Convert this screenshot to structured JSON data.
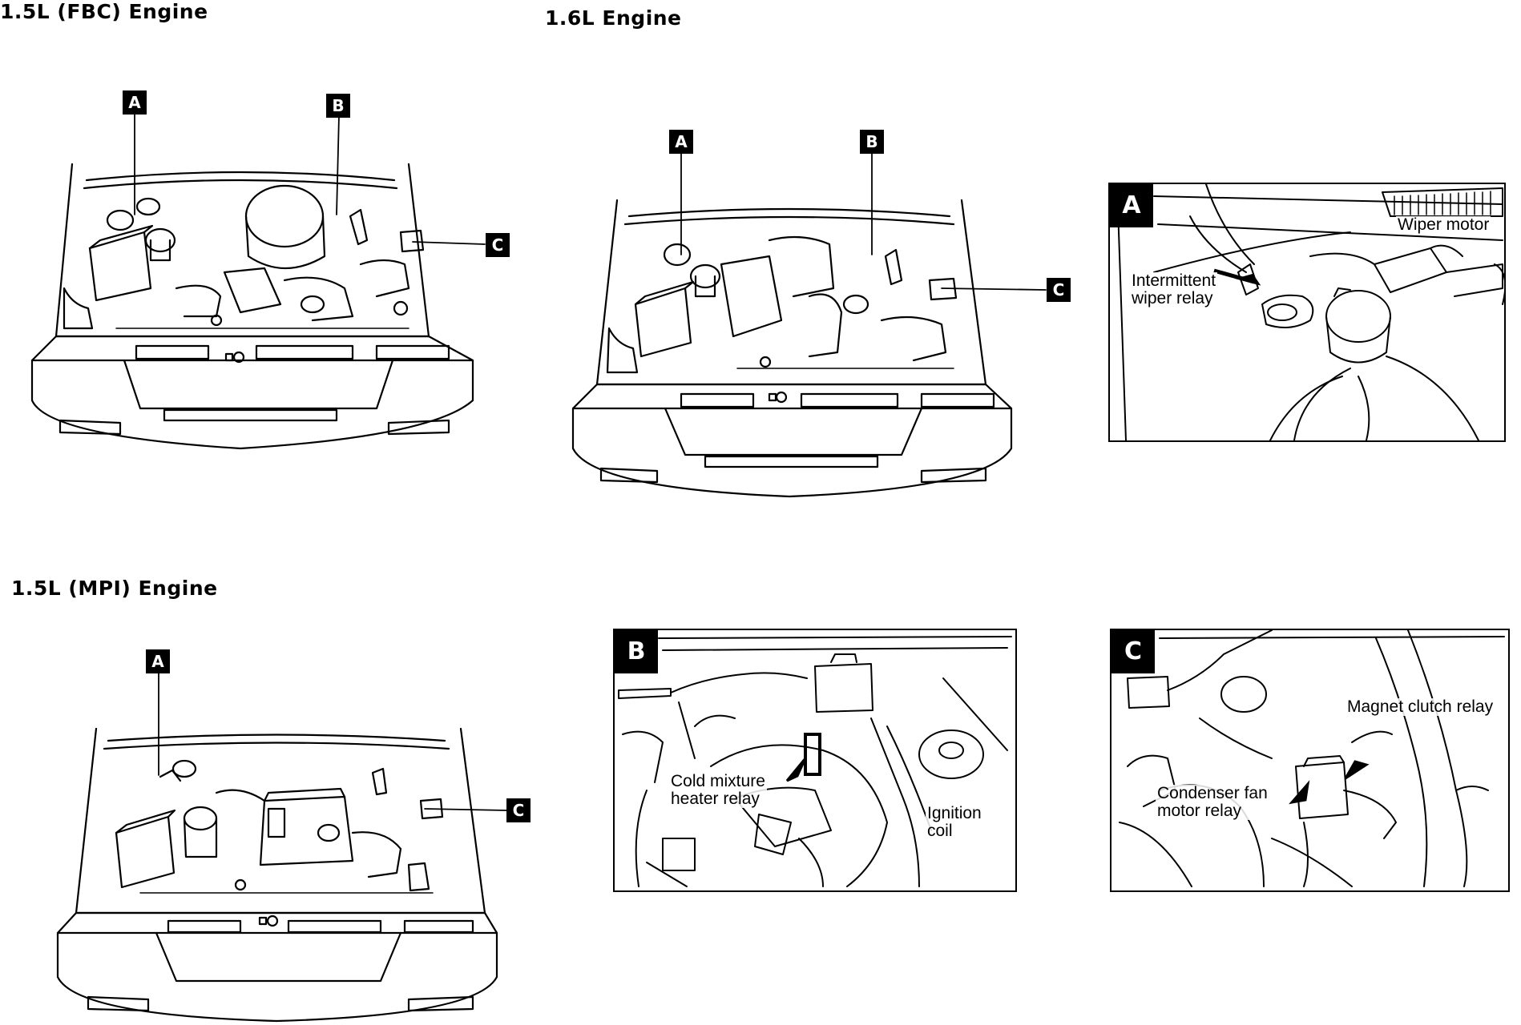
{
  "headings": {
    "fbc": "1.5L (FBC) Engine",
    "l16": "1.6L Engine",
    "mpi": "1.5L (MPI) Engine"
  },
  "callouts": {
    "fbc": [
      "A",
      "B",
      "C"
    ],
    "l16": [
      "A",
      "B",
      "C"
    ],
    "mpi": [
      "A",
      "C"
    ]
  },
  "panels": {
    "a": {
      "tag": "A",
      "labels": [
        "Wiper motor",
        "Intermittent\nwiper relay"
      ]
    },
    "b": {
      "tag": "B",
      "labels": [
        "Cold mixture\nheater relay",
        "Ignition\ncoil"
      ]
    },
    "c": {
      "tag": "C",
      "labels": [
        "Magnet clutch relay",
        "Condenser fan\nmotor relay"
      ]
    }
  }
}
